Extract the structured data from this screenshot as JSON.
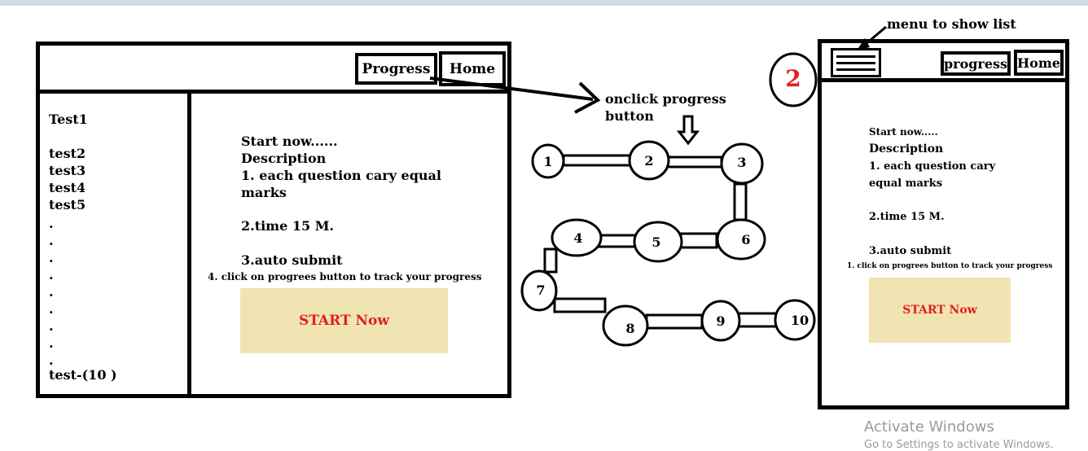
{
  "left_ui": {
    "progress_label": "Progress",
    "home_label": "Home",
    "sidebar": [
      "Test1",
      "test2",
      "test3",
      "test4",
      "test5",
      ".",
      ".",
      ".",
      ".",
      ".",
      ".",
      ".",
      ".",
      ".",
      "test-(10  )"
    ],
    "start_text": "Start now......",
    "description_title": "Description",
    "rule1": "1. each question cary equal marks",
    "rule2": "2.time 15 M.",
    "rule3": "3.auto submit",
    "rule4": "4. click on progrees button to track your progress",
    "start_button": "START Now"
  },
  "annotation": {
    "onclick_line1": "onclick progress",
    "onclick_line2": "button",
    "menu_label": "menu to show list",
    "screen_number": "2"
  },
  "progress_nodes": [
    "1",
    "2",
    "3",
    "4",
    "5",
    "6",
    "7",
    "8",
    "9",
    "10"
  ],
  "right_ui": {
    "progress_label": "progress",
    "home_label": "Home",
    "start_text": "Start now.....",
    "description_title": "Description",
    "rule1": "1. each question cary equal marks",
    "rule2": "2.time 15 M.",
    "rule3": "3.auto submit",
    "rule4": "1. click on progrees button to track your progress",
    "start_button": "START Now"
  },
  "watermark": {
    "line1": "Activate Windows",
    "line2": "Go to Settings to activate Windows."
  },
  "colors": {
    "start_button_bg": "#f0e4b2",
    "start_button_text": "#e02020",
    "number_red": "#e02020"
  }
}
